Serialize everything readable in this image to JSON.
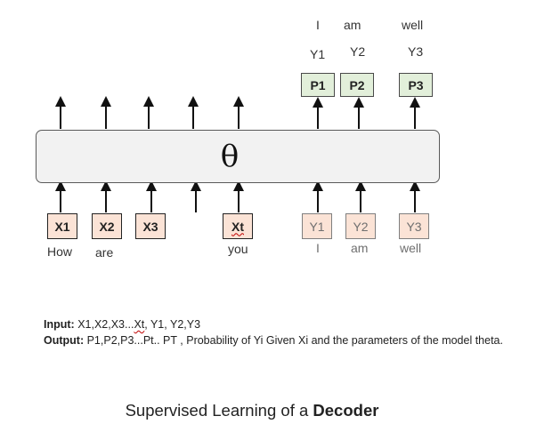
{
  "model": {
    "symbol": "θ"
  },
  "inputs": [
    {
      "token": "X1",
      "word": "How"
    },
    {
      "token": "X2",
      "word": "are"
    },
    {
      "token": "X3",
      "word": ""
    },
    {
      "token": "Xt",
      "word": "you"
    }
  ],
  "targets": [
    {
      "token": "Y1",
      "word": "I"
    },
    {
      "token": "Y2",
      "word": "am"
    },
    {
      "token": "Y3",
      "word": "well"
    }
  ],
  "outputs": [
    {
      "prob": "P1",
      "label": "Y1",
      "word": "I"
    },
    {
      "prob": "P2",
      "label": "Y2",
      "word": "am"
    },
    {
      "prob": "P3",
      "label": "Y3",
      "word": "well"
    }
  ],
  "description": {
    "input_label": "Input:",
    "input_text_a": " X1,X2,X3...",
    "input_text_xt": "Xt",
    "input_text_b": ", Y1, Y2,Y3",
    "output_label": "Output:",
    "output_text": " P1,P2,P3...Pt.. PT , Probability of Yi Given Xi and the parameters of the model theta."
  },
  "caption": {
    "text": "Supervised Learning of a ",
    "bold": "Decoder"
  },
  "colors": {
    "input_fill": "#fbe3d6",
    "output_fill": "#e2efda",
    "model_fill": "#f2f2f2",
    "arrow": "#111111"
  }
}
